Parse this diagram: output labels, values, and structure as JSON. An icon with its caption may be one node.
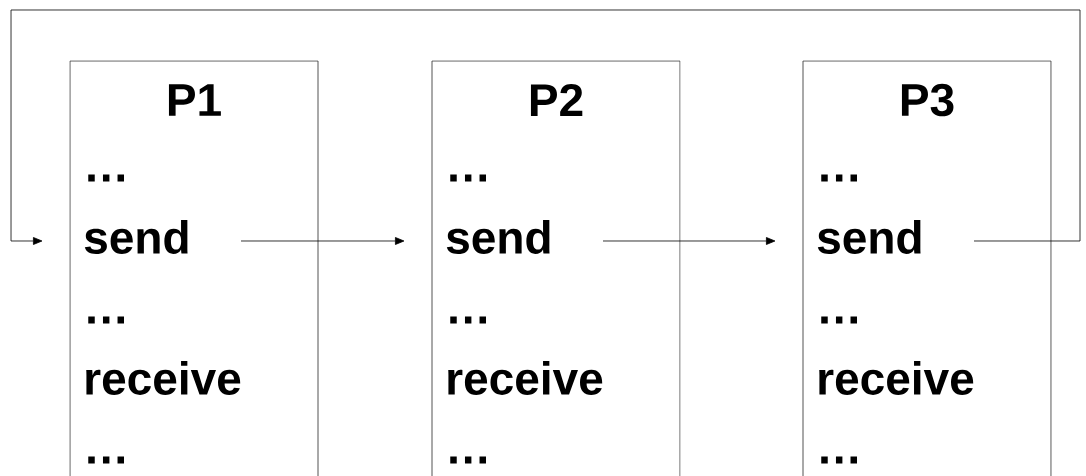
{
  "diagram": {
    "nodes": [
      {
        "text": [
          "P1",
          "…",
          "send",
          "…",
          "receive",
          "…"
        ]
      },
      {
        "text": [
          "P2",
          "…",
          "send",
          "…",
          "receive",
          "…"
        ]
      },
      {
        "text": [
          "P3",
          "…",
          "send",
          "…",
          "receive",
          "…"
        ]
      }
    ],
    "edges": [
      {
        "from": 0,
        "to": 1,
        "arrow": "to"
      },
      {
        "from": 1,
        "to": 2,
        "arrow": "to"
      },
      {
        "from": 2,
        "to": 0,
        "arrow": "to"
      }
    ]
  }
}
